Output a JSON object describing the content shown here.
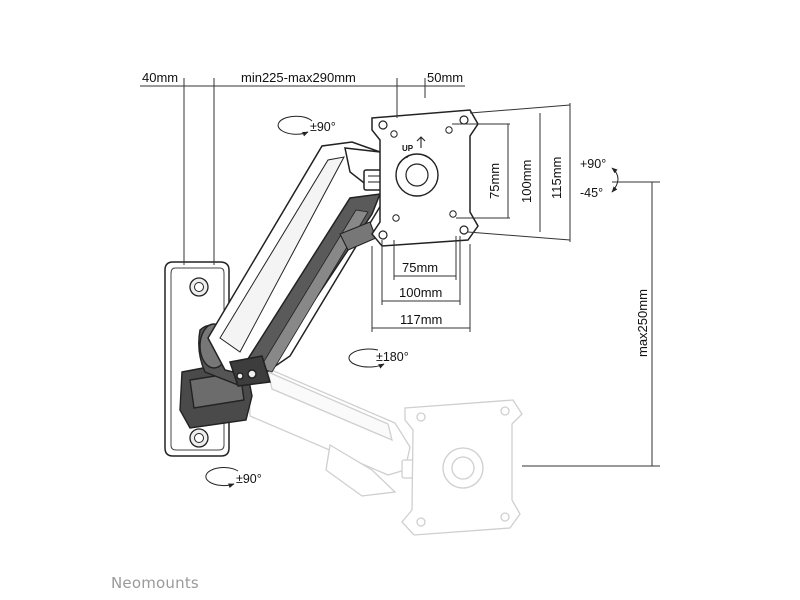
{
  "dimensions": {
    "wall_offset": "40mm",
    "arm_reach": "min225-max290mm",
    "plate_offset": "50mm",
    "vesa_75_horizontal": "75mm",
    "vesa_100_horizontal": "100mm",
    "plate_width": "117mm",
    "vesa_75_vertical": "75mm",
    "vesa_100_vertical": "100mm",
    "plate_height": "115mm",
    "height_adjust": "max250mm"
  },
  "rotations": {
    "swivel_top": "±90°",
    "tilt_up": "+90°",
    "tilt_down": "-45°",
    "rotation": "±180°",
    "swivel_bottom": "±90°"
  },
  "plate": {
    "up_label": "UP"
  },
  "brand": {
    "name": "Neomounts"
  }
}
